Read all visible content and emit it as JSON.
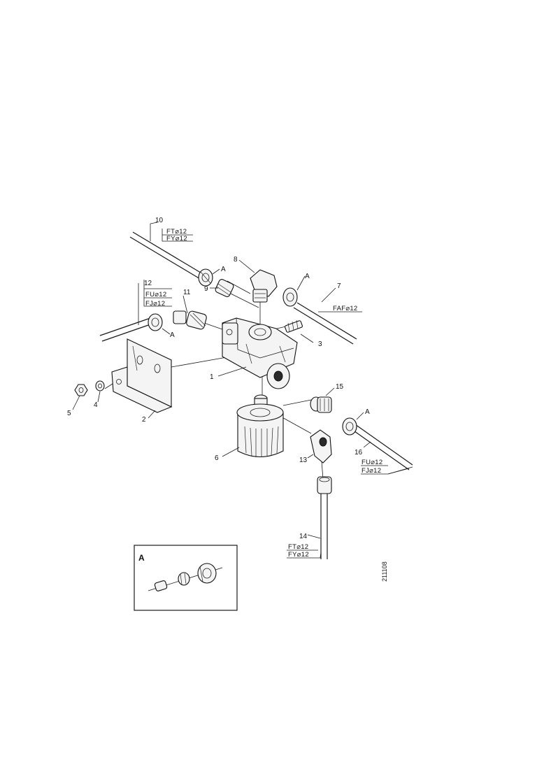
{
  "part_numbers": {
    "p1": "1",
    "p2": "2",
    "p3": "3",
    "p4": "4",
    "p5": "5",
    "p6": "6",
    "p7": "7",
    "p8": "8",
    "p9": "9",
    "p10": "10",
    "p11": "11",
    "p12": "12",
    "p13": "13",
    "p14": "14",
    "p15": "15",
    "p16": "16"
  },
  "detail_marker": "A",
  "pipe_labels": {
    "top_line1": "FT⌀12",
    "top_line2": "FY⌀12",
    "left_line1": "FU⌀12",
    "left_line2": "FJ⌀12",
    "right": "FAF⌀12",
    "lower_right_line1": "FU⌀12",
    "lower_right_line2": "FJ⌀12",
    "bottom_line1": "FT⌀12",
    "bottom_line2": "FY⌀12"
  },
  "inset": {
    "title": "A"
  },
  "reference_code": "211108"
}
